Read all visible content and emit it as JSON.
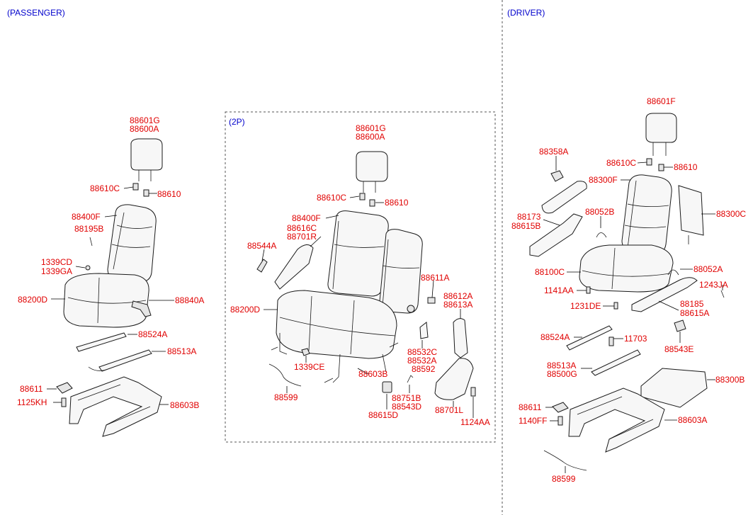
{
  "colors": {
    "label": "#e00000",
    "section": "#0000cc",
    "line": "#1a1a1a"
  },
  "sections": {
    "passenger": "(PASSENGER)",
    "driver": "(DRIVER)",
    "two_p": "(2P)"
  },
  "passenger": {
    "headrest_a": "88601G",
    "headrest_b": "88600A",
    "guide_l": "88610C",
    "guide_r": "88610",
    "back": "88400F",
    "lever": "88195B",
    "bolt_a": "1339CD",
    "bolt_b": "1339GA",
    "cushion": "88200D",
    "handle": "88840A",
    "rail_a": "88524A",
    "rail_b": "88513A",
    "cover": "88611",
    "screw": "1125KH",
    "frame": "88603B"
  },
  "two_p": {
    "headrest_a": "88601G",
    "headrest_b": "88600A",
    "guide_l": "88610C",
    "guide_r": "88610",
    "back": "88400F",
    "back_b": "88616C",
    "back_c": "88701R",
    "latch": "88544A",
    "cushion": "88200D",
    "clip": "88611A",
    "hinge_a": "88612A",
    "hinge_b": "88613A",
    "bracket_a": "88532C",
    "bracket_b": "88532A",
    "bracket_c": "88592",
    "nut": "1339CE",
    "frame": "88603B",
    "cable": "88599",
    "pin_a": "88751B",
    "pin_b": "88543D",
    "cover": "88615D",
    "side": "88701L",
    "bolt": "1124AA"
  },
  "driver": {
    "headrest": "88601F",
    "knob": "88358A",
    "guide_l": "88610C",
    "guide_r": "88610",
    "back": "88300F",
    "pad": "88300C",
    "arm_a": "88173",
    "arm_b": "88615B",
    "clip": "88052B",
    "cushion": "88100C",
    "clip_b": "88052A",
    "screw": "1141AA",
    "pin": "1243JA",
    "screw_b": "1231DE",
    "trim_a": "88185",
    "trim_b": "88615A",
    "rail_a": "88524A",
    "bolt": "11703",
    "switch": "88543E",
    "rail_b": "88513A",
    "rail_c": "88500G",
    "mat": "88300B",
    "cover": "88611",
    "screw_c": "1140FF",
    "frame": "88603A",
    "cable": "88599"
  }
}
